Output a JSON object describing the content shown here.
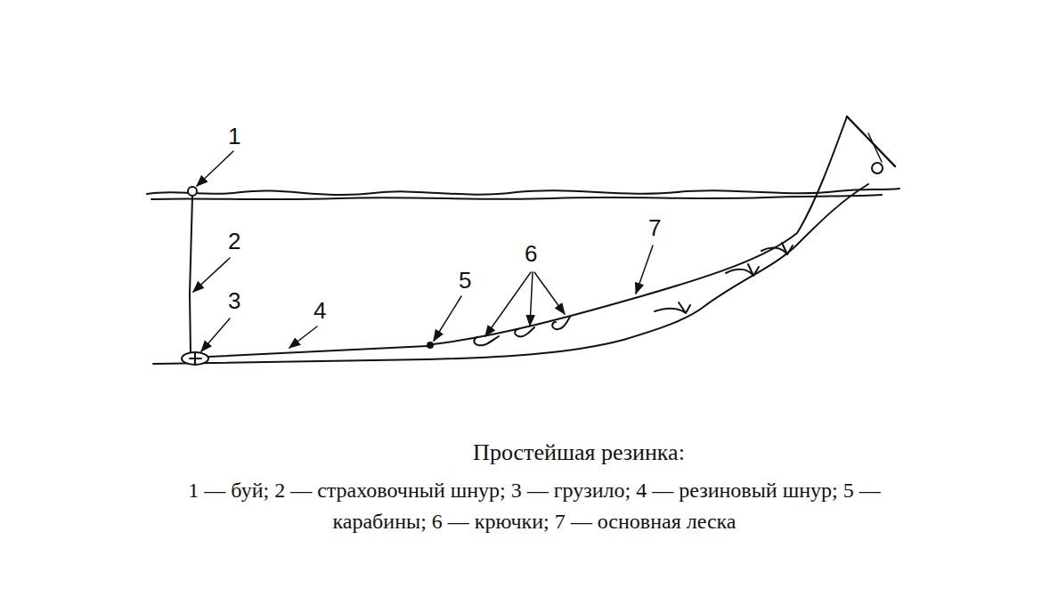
{
  "diagram": {
    "caption": "Простейшая резинка:",
    "labels": [
      "1",
      "2",
      "3",
      "4",
      "5",
      "6",
      "7",
      "1 — буй; 2 — страховочный шнур; 3 — грузило; 4 — резиновый шнур; 5 — карабины; 6 — крючки; 7 — основная леска"
    ]
  }
}
